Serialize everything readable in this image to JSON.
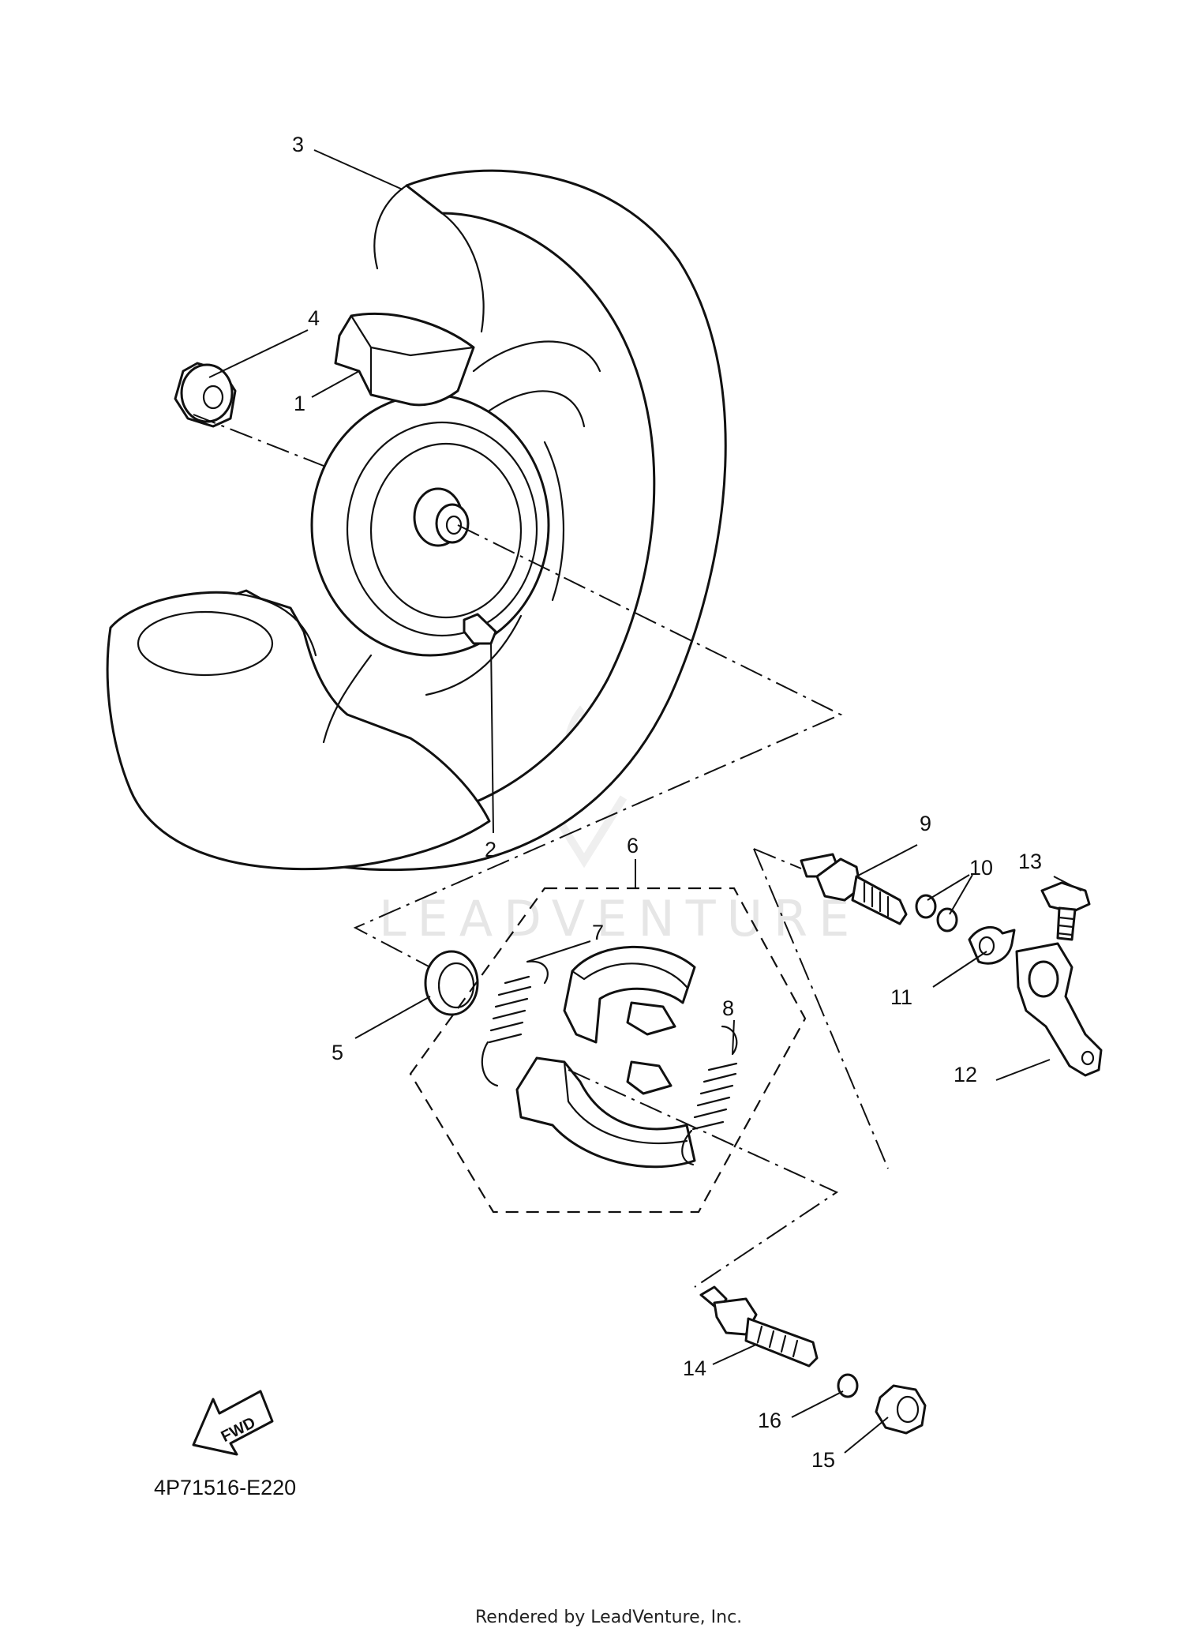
{
  "callouts": [
    {
      "id": "1",
      "label": "1"
    },
    {
      "id": "2",
      "label": "2"
    },
    {
      "id": "3",
      "label": "3"
    },
    {
      "id": "4",
      "label": "4"
    },
    {
      "id": "5",
      "label": "5"
    },
    {
      "id": "6",
      "label": "6"
    },
    {
      "id": "7",
      "label": "7"
    },
    {
      "id": "8",
      "label": "8"
    },
    {
      "id": "9",
      "label": "9"
    },
    {
      "id": "10",
      "label": "10"
    },
    {
      "id": "11",
      "label": "11"
    },
    {
      "id": "12",
      "label": "12"
    },
    {
      "id": "13",
      "label": "13"
    },
    {
      "id": "14",
      "label": "14"
    },
    {
      "id": "15",
      "label": "15"
    },
    {
      "id": "16",
      "label": "16"
    }
  ],
  "fwd_label": "FWD",
  "diagram_code": "4P71516-E220",
  "watermark": "LEADVENTURE",
  "footer": "Rendered by LeadVenture, Inc.",
  "colors": {
    "ink": "#111111",
    "watermark": "#e6e6e6"
  }
}
